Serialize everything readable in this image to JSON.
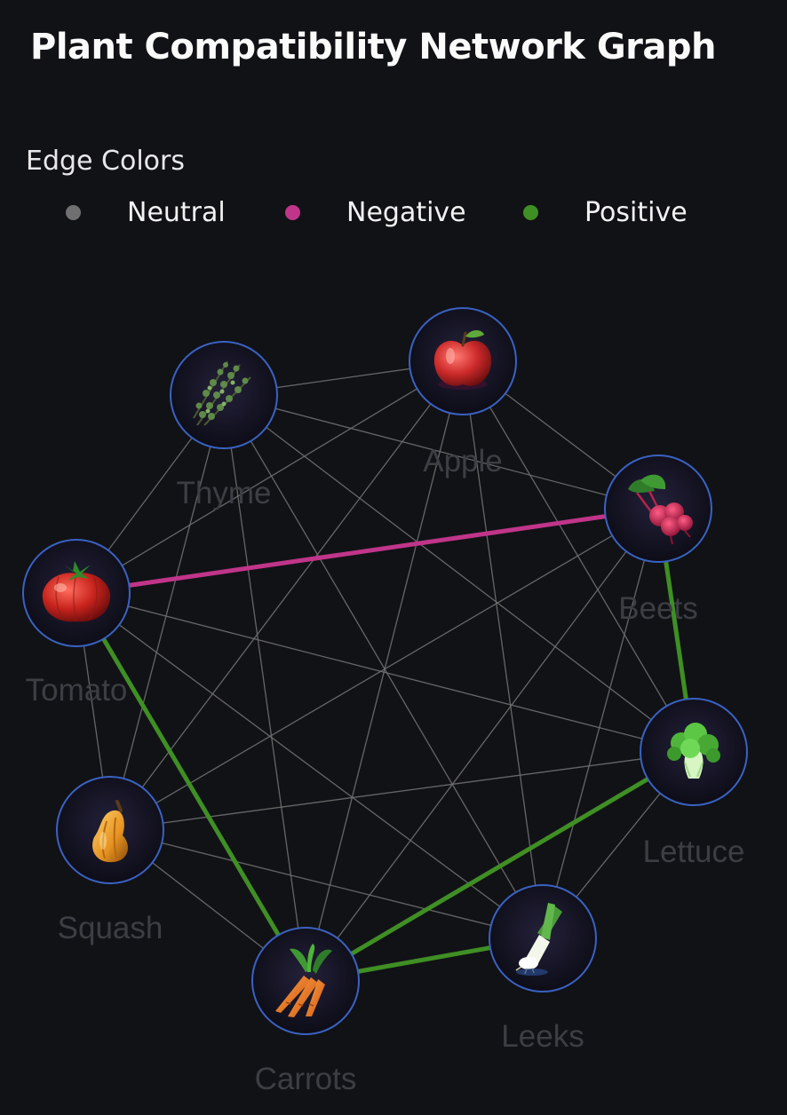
{
  "title": "Plant Compatibility Network Graph",
  "legend": {
    "title": "Edge Colors",
    "items": [
      {
        "label": "Neutral",
        "color": "#707070"
      },
      {
        "label": "Negative",
        "color": "#c03589"
      },
      {
        "label": "Positive",
        "color": "#3f8f24"
      }
    ]
  },
  "graph": {
    "node_border_color": "#3a62c2",
    "nodes": [
      {
        "id": "apple",
        "label": "Apple",
        "icon": "apple-icon"
      },
      {
        "id": "beets",
        "label": "Beets",
        "icon": "beets-icon"
      },
      {
        "id": "lettuce",
        "label": "Lettuce",
        "icon": "lettuce-icon"
      },
      {
        "id": "leeks",
        "label": "Leeks",
        "icon": "leeks-icon"
      },
      {
        "id": "carrots",
        "label": "Carrots",
        "icon": "carrots-icon"
      },
      {
        "id": "squash",
        "label": "Squash",
        "icon": "squash-icon"
      },
      {
        "id": "tomato",
        "label": "Tomato",
        "icon": "tomato-icon"
      },
      {
        "id": "thyme",
        "label": "Thyme",
        "icon": "thyme-icon"
      }
    ],
    "edges": [
      {
        "from": "tomato",
        "to": "beets",
        "type": "Negative"
      },
      {
        "from": "tomato",
        "to": "carrots",
        "type": "Positive"
      },
      {
        "from": "beets",
        "to": "lettuce",
        "type": "Positive"
      },
      {
        "from": "lettuce",
        "to": "carrots",
        "type": "Positive"
      },
      {
        "from": "leeks",
        "to": "carrots",
        "type": "Positive"
      },
      {
        "from": "thyme",
        "to": "apple",
        "type": "Neutral"
      },
      {
        "from": "thyme",
        "to": "beets",
        "type": "Neutral"
      },
      {
        "from": "thyme",
        "to": "lettuce",
        "type": "Neutral"
      },
      {
        "from": "thyme",
        "to": "leeks",
        "type": "Neutral"
      },
      {
        "from": "thyme",
        "to": "carrots",
        "type": "Neutral"
      },
      {
        "from": "thyme",
        "to": "squash",
        "type": "Neutral"
      },
      {
        "from": "thyme",
        "to": "tomato",
        "type": "Neutral"
      },
      {
        "from": "apple",
        "to": "beets",
        "type": "Neutral"
      },
      {
        "from": "apple",
        "to": "lettuce",
        "type": "Neutral"
      },
      {
        "from": "apple",
        "to": "leeks",
        "type": "Neutral"
      },
      {
        "from": "apple",
        "to": "carrots",
        "type": "Neutral"
      },
      {
        "from": "apple",
        "to": "squash",
        "type": "Neutral"
      },
      {
        "from": "apple",
        "to": "tomato",
        "type": "Neutral"
      },
      {
        "from": "beets",
        "to": "leeks",
        "type": "Neutral"
      },
      {
        "from": "beets",
        "to": "carrots",
        "type": "Neutral"
      },
      {
        "from": "beets",
        "to": "squash",
        "type": "Neutral"
      },
      {
        "from": "lettuce",
        "to": "leeks",
        "type": "Neutral"
      },
      {
        "from": "lettuce",
        "to": "squash",
        "type": "Neutral"
      },
      {
        "from": "lettuce",
        "to": "tomato",
        "type": "Neutral"
      },
      {
        "from": "leeks",
        "to": "squash",
        "type": "Neutral"
      },
      {
        "from": "leeks",
        "to": "tomato",
        "type": "Neutral"
      },
      {
        "from": "carrots",
        "to": "squash",
        "type": "Neutral"
      },
      {
        "from": "squash",
        "to": "tomato",
        "type": "Neutral"
      }
    ]
  }
}
